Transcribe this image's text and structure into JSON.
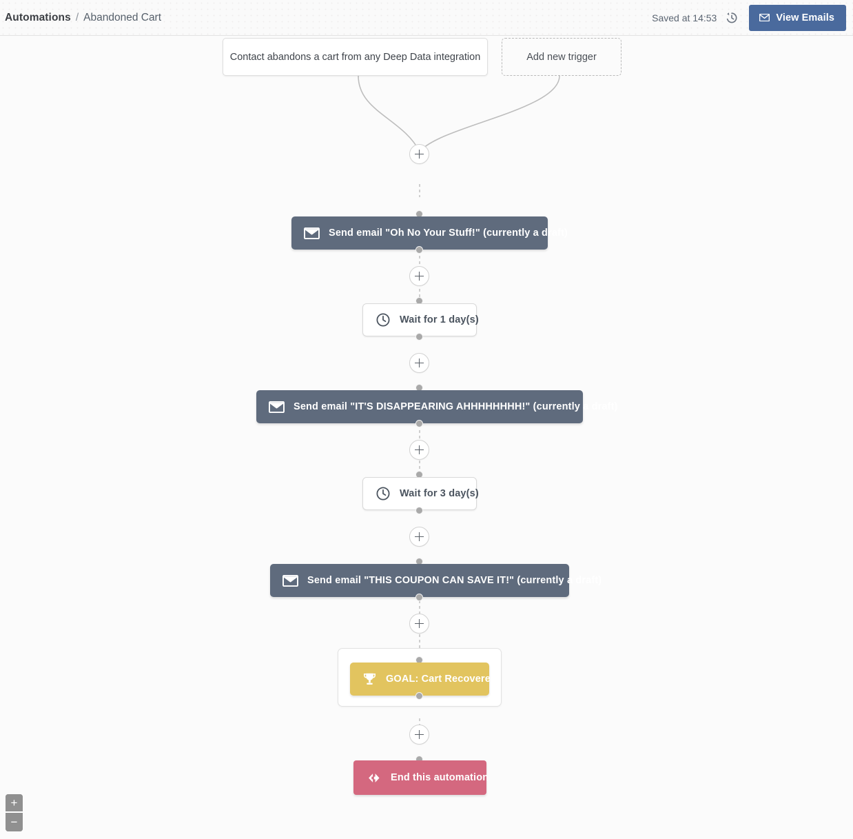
{
  "header": {
    "breadcrumb_root": "Automations",
    "breadcrumb_separator": "/",
    "breadcrumb_leaf": "Abandoned Cart",
    "saved_status": "Saved at 14:53",
    "history_icon": "history-clock-icon",
    "view_emails_label": "View Emails",
    "view_emails_icon": "envelope-icon",
    "accent_color": "#4a6a9d"
  },
  "triggers": [
    {
      "label": "Contact abandons a cart from any Deep Data integration",
      "style": "solid"
    },
    {
      "label": "Add new trigger",
      "style": "dashed"
    }
  ],
  "steps": [
    {
      "type": "email",
      "icon": "envelope-icon",
      "label": "Send email \"Oh No Your Stuff!\" (currently a draft)",
      "color": "#5f6b7d"
    },
    {
      "type": "wait",
      "icon": "clock-icon",
      "label": "Wait for 1 day(s)",
      "color": "#ffffff"
    },
    {
      "type": "email",
      "icon": "envelope-icon",
      "label": "Send email \"IT'S DISAPPEARING AHHHHHHHH!\" (currently a draft)",
      "color": "#5f6b7d"
    },
    {
      "type": "wait",
      "icon": "clock-icon",
      "label": "Wait for 3 day(s)",
      "color": "#ffffff"
    },
    {
      "type": "email",
      "icon": "envelope-icon",
      "label": "Send email \"THIS COUPON CAN SAVE IT!\" (currently a draft)",
      "color": "#5f6b7d"
    },
    {
      "type": "goal",
      "icon": "trophy-icon",
      "label": "GOAL: Cart Recovered",
      "color": "#e2c45f"
    },
    {
      "type": "end",
      "icon": "split-arrows-icon",
      "label": "End this automation",
      "color": "#d4687f"
    }
  ],
  "add_step_button_label": "+",
  "zoom_controls": {
    "zoom_in_label": "+",
    "zoom_out_label": "−"
  }
}
